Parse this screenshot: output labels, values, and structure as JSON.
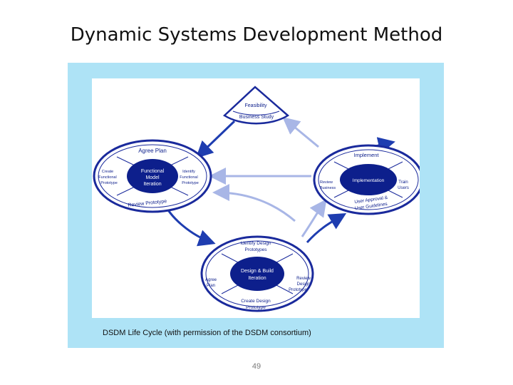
{
  "slide": {
    "title": "Dynamic Systems Development Method",
    "caption": "DSDM Life Cycle (with permission of the DSDM consortium)",
    "page_number": "49"
  },
  "colors": {
    "frame": "#aee3f6",
    "navy": "#0d1f8c",
    "ring_outline": "#1a2a9c",
    "arrow_dark": "#1e3db0",
    "arrow_light": "#a8b6e6"
  },
  "diagram": {
    "feasibility": {
      "line1": "Feasibility",
      "line2": "Business Study"
    },
    "functional_model": {
      "center": [
        "Functional",
        "Model",
        "Iteration"
      ],
      "top": "Agree Plan",
      "left": [
        "Create",
        "Functional",
        "Prototype"
      ],
      "right": [
        "Identify",
        "Functional",
        "Prototype"
      ],
      "bottom": "Review Prototype"
    },
    "implementation": {
      "center": "Implementation",
      "top": "Implement",
      "left": [
        "Review",
        "Business"
      ],
      "right": [
        "Train",
        "Users"
      ],
      "bottom": [
        "User Approval &",
        "User Guidelines"
      ]
    },
    "design_build": {
      "center": [
        "Design & Build",
        "Iteration"
      ],
      "top": [
        "Identify Design",
        "Prototypes"
      ],
      "left": [
        "Agree",
        "Plan"
      ],
      "right": [
        "Review",
        "Design",
        "Prototype"
      ],
      "bottom": [
        "Create Design",
        "Prototype"
      ]
    }
  }
}
